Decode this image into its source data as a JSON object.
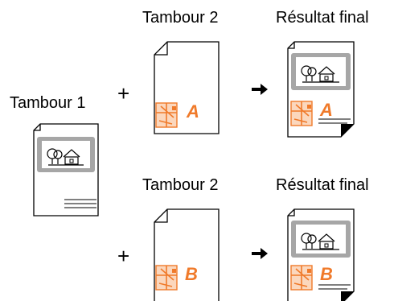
{
  "labels": {
    "drum1": "Tambour 1",
    "drum2_top": "Tambour 2",
    "result_top": "Résultat final",
    "drum2_bottom": "Tambour 2",
    "result_bottom": "Résultat final"
  },
  "operators": {
    "plus_top": "+",
    "plus_bottom": "+"
  },
  "overlay_letters": {
    "top": "A",
    "bottom": "B"
  },
  "colors": {
    "accent": "#F07A2A",
    "frame_grey": "#A6A6A6",
    "page_stroke": "#000000"
  },
  "icons": {
    "arrow": "right-arrow-icon",
    "photo": "landscape-house-trees-icon",
    "map": "map-icon"
  }
}
